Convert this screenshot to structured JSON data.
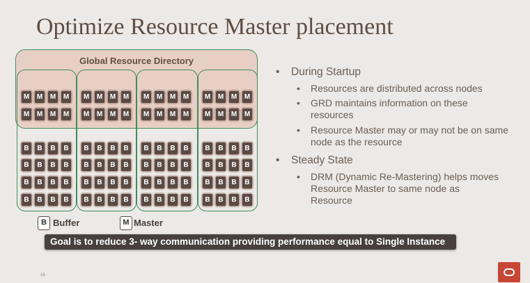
{
  "title": "Optimize Resource Master placement",
  "diagram": {
    "grd_label": "Global Resource Directory",
    "master_letter": "M",
    "buffer_letter": "B",
    "node_count": 4,
    "master_rows": 2,
    "buffer_rows": 4,
    "cols_per_node": 4
  },
  "legend": {
    "buffer_letter": "B",
    "buffer_label": "Buffer",
    "master_letter": "M",
    "master_label": "Master"
  },
  "goal_text": "Goal is to reduce 3- way communication providing performance equal to Single Instance",
  "bullets": {
    "startup": {
      "label": "During Startup",
      "sub": [
        "Resources are distributed across nodes",
        "GRD maintains information on these resources",
        "Resource Master may or may not be on same node as the resource"
      ]
    },
    "steady": {
      "label": "Steady State",
      "sub": [
        "DRM (Dynamic Re-Mastering) helps moves Resource Master to same node as  Resource"
      ]
    }
  },
  "slide_number": "16",
  "colors": {
    "accent_green": "#3f8d5e",
    "grd_fill": "#e8cfc5",
    "cell_fill": "#5a4a44",
    "logo_red": "#c74634"
  },
  "logo_icon": "oracle-logo-icon"
}
